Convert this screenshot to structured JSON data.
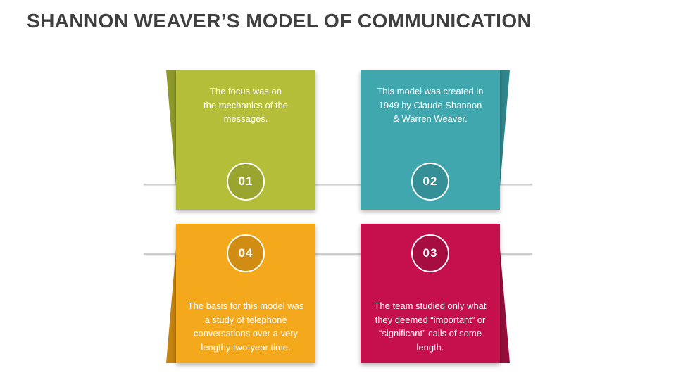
{
  "title": "SHANNON WEAVER’S MODEL OF COMMUNICATION",
  "cards": [
    {
      "number": "01",
      "position": "top-left",
      "text": "The focus was on the mechanics of the messages.",
      "color": "#b4be39",
      "flap_color": "#8f992b",
      "circle_color": "#9aa52f"
    },
    {
      "number": "02",
      "position": "top-right",
      "text": "This model was created in 1949 by Claude Shannon & Warren Weaver.",
      "color": "#41a7ae",
      "flap_color": "#2f858c",
      "circle_color": "#358f96"
    },
    {
      "number": "03",
      "position": "bottom-right",
      "text": "The team studied only what they deemed “important” or “significant” calls of some length.",
      "color": "#c60f4d",
      "flap_color": "#960f3b",
      "circle_color": "#a60d40"
    },
    {
      "number": "04",
      "position": "bottom-left",
      "text": "The basis for this model was a study of telephone conversations over a very lengthy two-year time.",
      "color": "#f4a91d",
      "flap_color": "#c5830f",
      "circle_color": "#d18d13"
    }
  ]
}
